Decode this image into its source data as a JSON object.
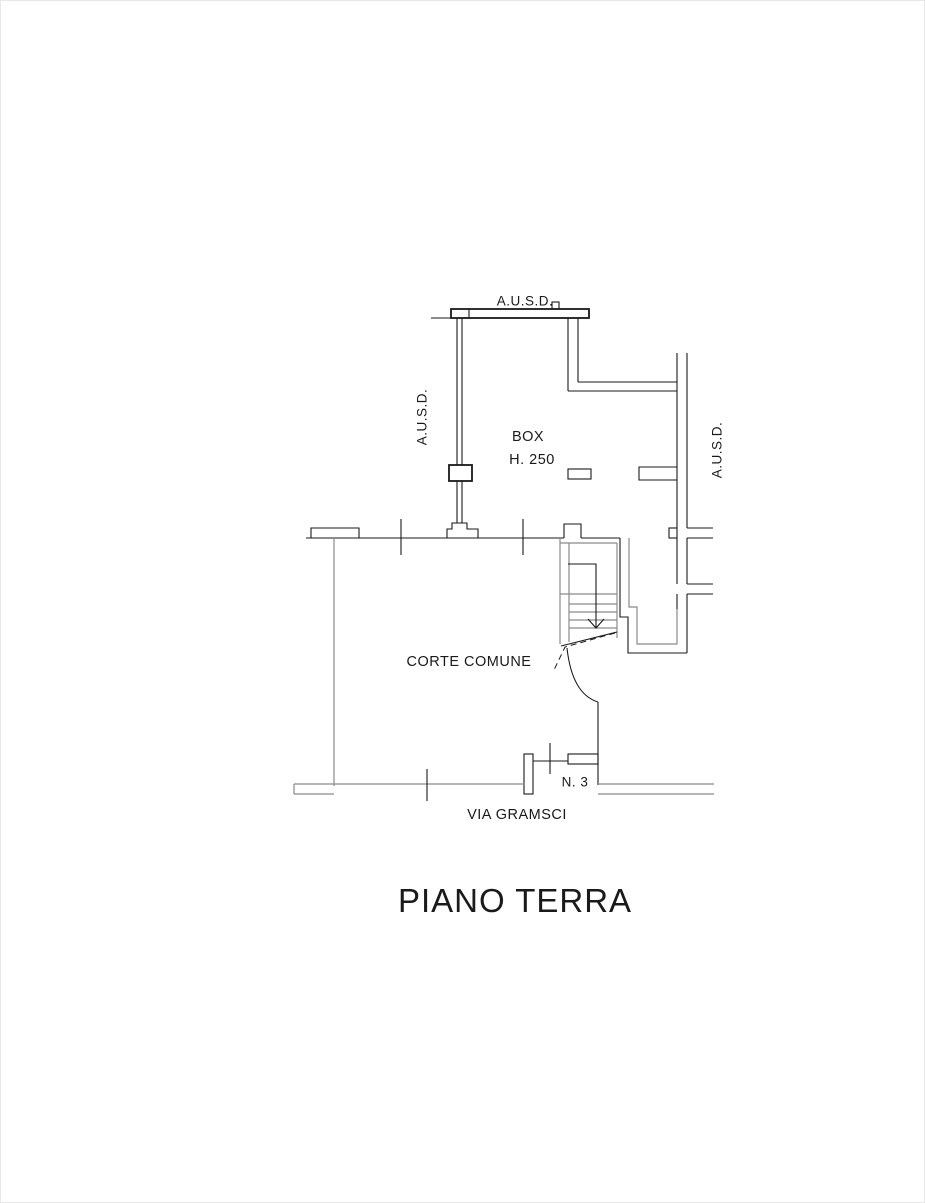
{
  "document": {
    "background_color": "#ffffff",
    "primary_line_color": "#1a1a1a",
    "secondary_line_color": "#8a8a8a",
    "text_color": "#1a1a1a"
  },
  "floor_plan": {
    "title": "PIANO TERRA",
    "street_label": "VIA GRAMSCI",
    "rooms": {
      "box": {
        "label": "BOX",
        "height_note": "H. 250"
      },
      "courtyard": {
        "label": "CORTE COMUNE"
      },
      "entrance": {
        "number_label": "N. 3"
      }
    },
    "annotations": {
      "ausd_top": "A.U.S.D.",
      "ausd_left": "A.U.S.D.",
      "ausd_right": "A.U.S.D."
    }
  }
}
